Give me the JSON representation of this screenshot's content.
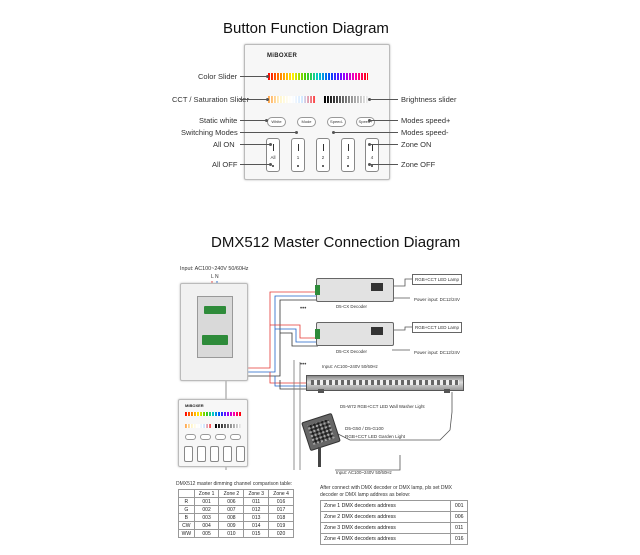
{
  "section1": {
    "title": "Button Function Diagram",
    "brand": "MiBOXER",
    "left_labels": [
      "Color Slider",
      "CCT / Saturation Slider",
      "Static white",
      "Switching Modes",
      "All  ON",
      "All OFF"
    ],
    "right_labels": [
      "Brightness slider",
      "Modes speed+",
      "Modes speed-",
      "Zone ON",
      "Zone OFF"
    ],
    "pills": [
      "White",
      "Mode",
      "Speed-",
      "Speed+"
    ],
    "buttons": [
      "All",
      "1",
      "2",
      "3",
      "4"
    ]
  },
  "section2": {
    "title": "DMX512 Master Connection Diagram",
    "input_label": "Input: AC100~240V 50/60Hz",
    "ln": "L  N",
    "decoder_label": "D5-CX Decoder",
    "lamp_label": "RGB+CCT LED Lamp",
    "power_label": "Power input: DC12/24V",
    "input2_label": "Input: AC100~240V 50/60Hz",
    "washer_label": "D5-W72 RGB+CCT LED Wall Washer Light",
    "garden_label1": "D5-G50 / D5-G100",
    "garden_label2": "RGB+CCT LED Garden Light",
    "input3_label": "Input: AC100~240V 50/60Hz",
    "panel2_buttons": [
      "All",
      "1",
      "2",
      "3",
      "4"
    ],
    "table1": {
      "caption": "DMX512 master dimming channel comparison table:",
      "header": [
        "",
        "Zone 1",
        "Zone 2",
        "Zone 3",
        "Zone 4"
      ],
      "rows": [
        [
          "R",
          "001",
          "006",
          "011",
          "016"
        ],
        [
          "G",
          "002",
          "007",
          "012",
          "017"
        ],
        [
          "B",
          "003",
          "008",
          "013",
          "018"
        ],
        [
          "CW",
          "004",
          "009",
          "014",
          "019"
        ],
        [
          "WW",
          "005",
          "010",
          "015",
          "020"
        ]
      ]
    },
    "table2": {
      "caption": "After connect with DMX decoder or DMX lamp, pls set DMX decoder or DMX lamp address as below:",
      "rows": [
        [
          "Zone 1 DMX decoders address",
          "001"
        ],
        [
          "Zone 2 DMX decoders address",
          "006"
        ],
        [
          "Zone 3 DMX decoders address",
          "011"
        ],
        [
          "Zone 4 DMX decoders address",
          "016"
        ]
      ]
    }
  },
  "colors": {
    "wire_red": "#e53935",
    "wire_blue": "#1e63c8",
    "terminal_green": "#2e8b3a"
  }
}
